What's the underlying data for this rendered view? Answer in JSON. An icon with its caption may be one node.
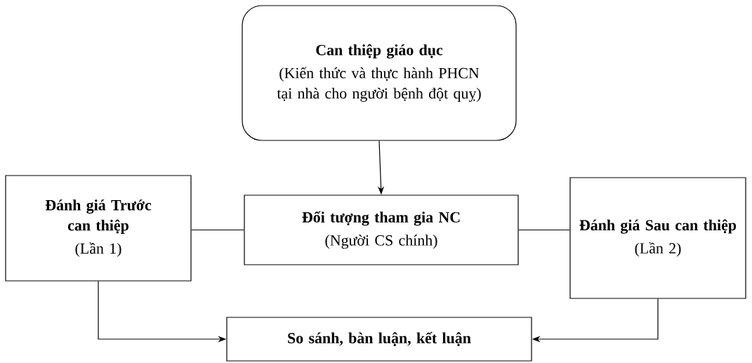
{
  "diagram": {
    "nodes": [
      {
        "text": [
          "Can thiệp giáo dục",
          "(Kiến thức và thực hành PHCN tại nhà cho người bệnh đột quỵ)"
        ]
      },
      {
        "text": [
          "Đánh giá Trước can thiệp",
          "(Lần 1)"
        ]
      },
      {
        "text": [
          "Đối tượng tham gia NC",
          "(Người CS chính)"
        ]
      },
      {
        "text": [
          "Đánh giá Sau can thiệp",
          "(Lần 2)"
        ]
      },
      {
        "text": [
          "So sánh, bàn luận, kết luận"
        ]
      }
    ],
    "edges": [
      {
        "from": 0,
        "to": 2,
        "arrow": "to"
      },
      {
        "from": 1,
        "to": 2,
        "arrow": "none"
      },
      {
        "from": 2,
        "to": 3,
        "arrow": "none"
      },
      {
        "from": 1,
        "to": 4,
        "arrow": "to"
      },
      {
        "from": 3,
        "to": 4,
        "arrow": "to"
      }
    ]
  }
}
